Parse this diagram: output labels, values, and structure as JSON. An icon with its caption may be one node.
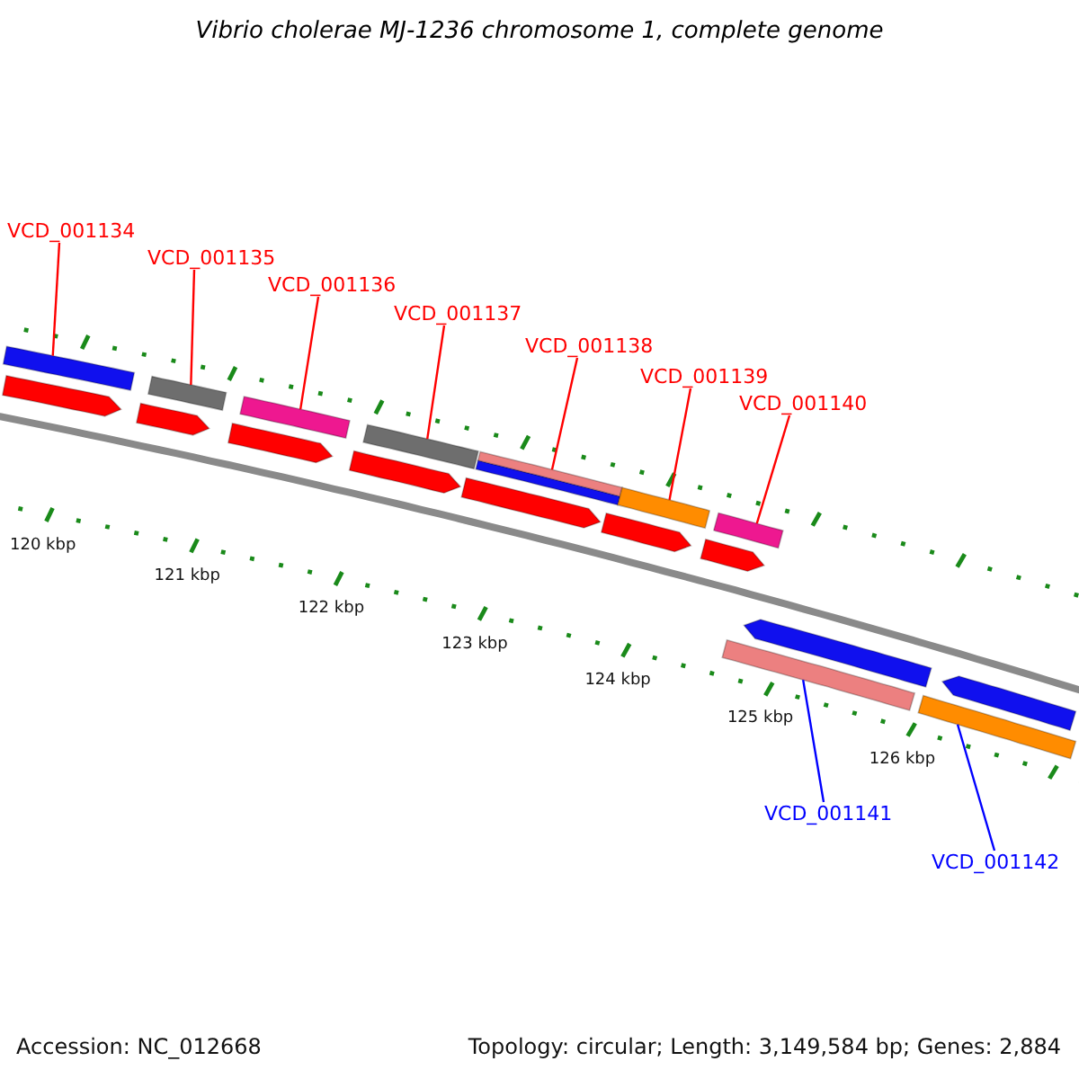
{
  "diagram": {
    "title": "Vibrio cholerae MJ-1236 chromosome 1, complete genome",
    "nodes": [
      {
        "text": [
          "VCD_001134"
        ]
      },
      {
        "text": [
          "VCD_001135"
        ]
      },
      {
        "text": [
          "VCD_001136"
        ]
      },
      {
        "text": [
          "VCD_001137"
        ]
      },
      {
        "text": [
          "VCD_001138"
        ]
      },
      {
        "text": [
          "VCD_001139"
        ]
      },
      {
        "text": [
          "VCD_001140"
        ]
      },
      {
        "text": [
          "VCD_001141"
        ]
      },
      {
        "text": [
          "VCD_001142"
        ]
      },
      {
        "text": [],
        "shape": "bar"
      },
      {
        "text": [],
        "shape": "bar"
      },
      {
        "text": [],
        "shape": "bar"
      },
      {
        "text": [],
        "shape": "bar"
      },
      {
        "text": [],
        "shape": "bar"
      },
      {
        "text": [],
        "shape": "bar"
      },
      {
        "text": [],
        "shape": "bar"
      },
      {
        "text": [],
        "shape": "bar"
      },
      {
        "text": [],
        "shape": "bar"
      },
      {
        "text": [],
        "shape": "bar"
      },
      {
        "text": [],
        "shape": "bar"
      },
      {
        "text": [],
        "shape": "bar"
      },
      {
        "text": [],
        "shape": "bar"
      },
      {
        "text": [],
        "shape": "bar"
      },
      {
        "text": [],
        "shape": "bar"
      },
      {
        "text": [],
        "shape": "bar"
      },
      {
        "text": [],
        "shape": "bar"
      },
      {
        "text": [],
        "shape": "bar"
      }
    ],
    "edges": [
      {
        "from": 0,
        "to": 9,
        "arrow": "none"
      },
      {
        "from": 1,
        "to": 10,
        "arrow": "none"
      },
      {
        "from": 2,
        "to": 11,
        "arrow": "none"
      },
      {
        "from": 3,
        "to": 12,
        "arrow": "none"
      },
      {
        "from": 4,
        "to": 13,
        "arrow": "none"
      },
      {
        "from": 5,
        "to": 14,
        "arrow": "none"
      },
      {
        "from": 6,
        "to": 15,
        "arrow": "none"
      },
      {
        "from": 7,
        "to": 16,
        "arrow": "none",
        "color": "#0000ff"
      },
      {
        "from": 8,
        "to": 17,
        "arrow": "none",
        "color": "#0000ff"
      }
    ],
    "labels": [
      "120 kbp",
      "121 kbp",
      "122 kbp",
      "123 kbp",
      "124 kbp",
      "125 kbp",
      "126 kbp",
      "Accession: NC_012668",
      "Topology: circular; Length: 3,149,584 bp; Genes: 2,884"
    ]
  }
}
